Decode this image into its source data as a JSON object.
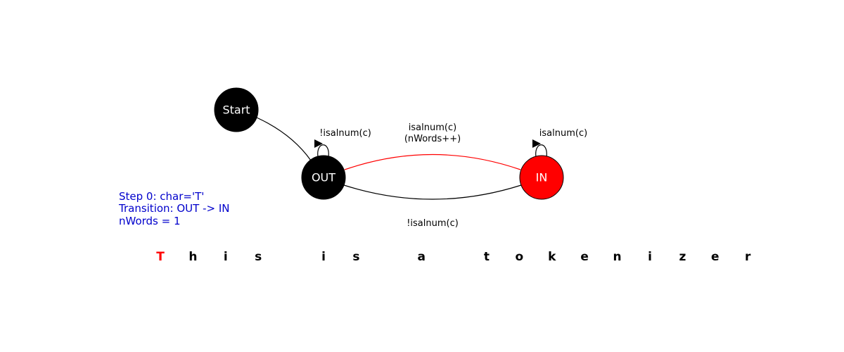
{
  "diagram": {
    "nodes": [
      {
        "id": "start",
        "label": "Start",
        "fill": "#000000"
      },
      {
        "id": "out",
        "label": "OUT",
        "fill": "#000000"
      },
      {
        "id": "in",
        "label": "IN",
        "fill": "#ff0000"
      }
    ],
    "edges": {
      "out_self": {
        "label": "!isalnum(c)"
      },
      "in_self": {
        "label": "isalnum(c)"
      },
      "out_to_in": {
        "label_line1": "isalnum(c)",
        "label_line2": "(nWords++)",
        "color": "#ff0000"
      },
      "in_to_out": {
        "label": "!isalnum(c)"
      }
    }
  },
  "status": {
    "line1": "Step 0: char='T'",
    "line2": "Transition: OUT -> IN",
    "line3": "nWords = 1",
    "color": "#0000cc"
  },
  "tape": {
    "chars": [
      "T",
      "h",
      "i",
      "s",
      " ",
      "i",
      "s",
      " ",
      "a",
      " ",
      "t",
      "o",
      "k",
      "e",
      "n",
      "i",
      "z",
      "e",
      "r"
    ],
    "current_index": 0,
    "current_color": "#ff0000",
    "default_color": "#000000"
  }
}
